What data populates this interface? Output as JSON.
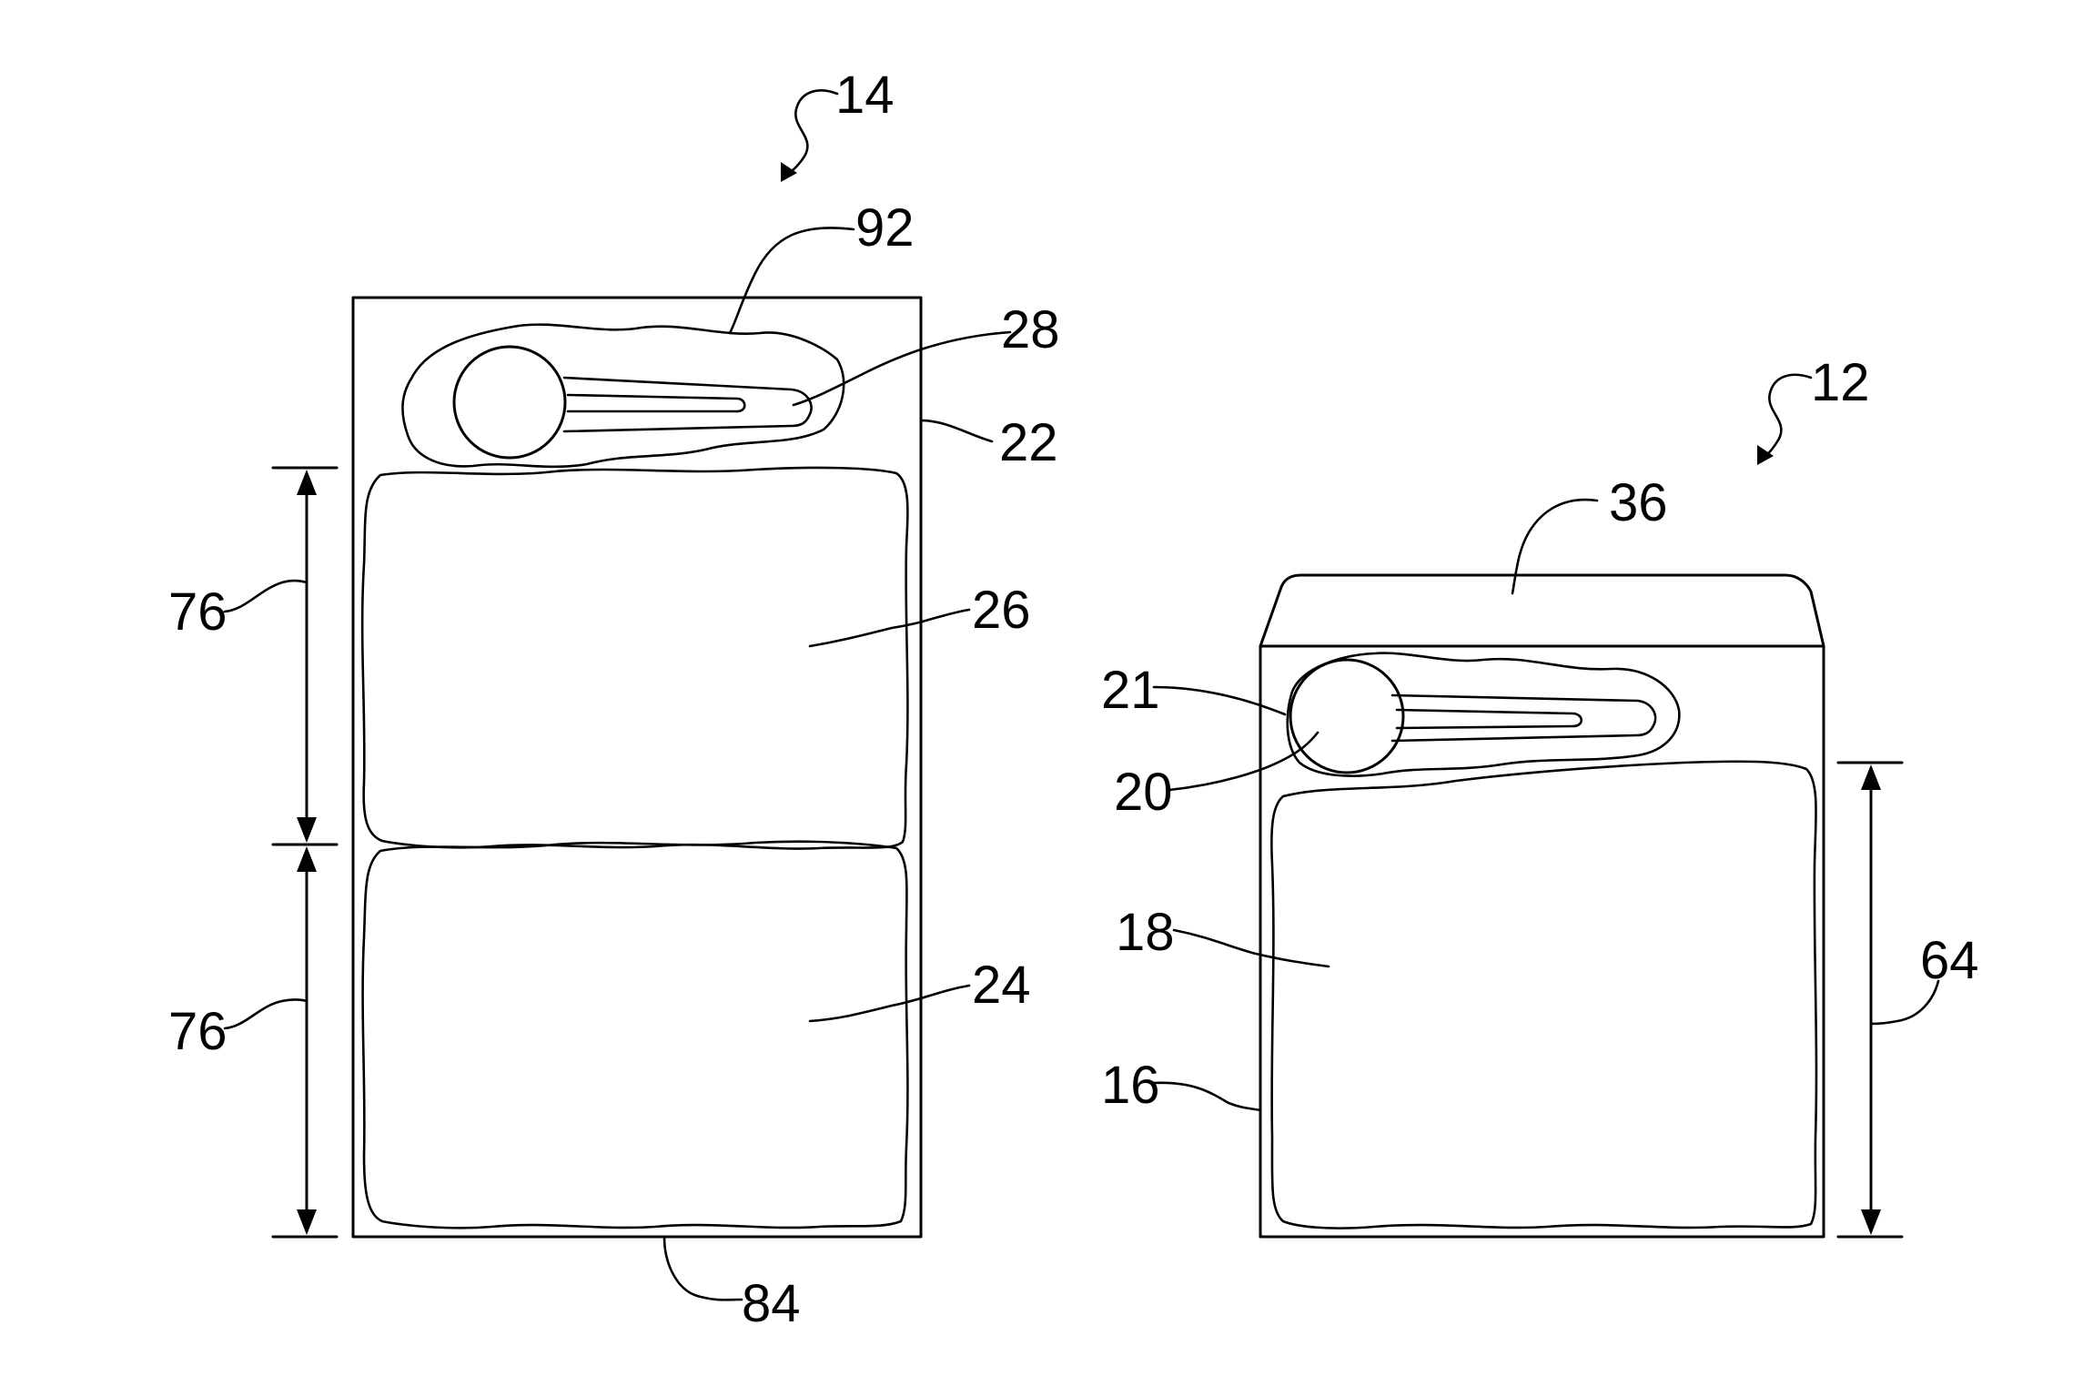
{
  "figure": {
    "labels": {
      "l14": "14",
      "l92": "92",
      "l28": "28",
      "l22": "22",
      "l76a": "76",
      "l26": "26",
      "l76b": "76",
      "l24": "24",
      "l84": "84",
      "l12": "12",
      "l36": "36",
      "l21": "21",
      "l20": "20",
      "l18": "18",
      "l64": "64",
      "l16": "16"
    }
  }
}
